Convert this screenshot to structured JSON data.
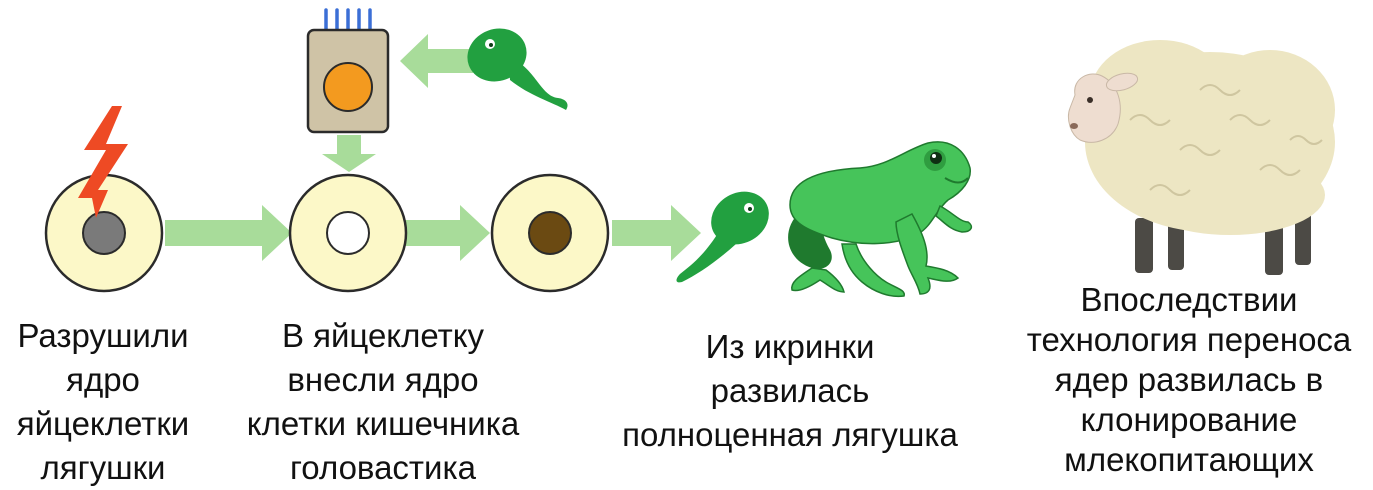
{
  "colors": {
    "arrow": "#a8dc9a",
    "egg_outer": "#fcf8c8",
    "egg_stroke": "#2b2b2b",
    "nucleus_destroyed": "#7a7a7a",
    "nucleus_empty": "#ffffff",
    "nucleus_new": "#6b4a12",
    "intestine_cell": "#cfc3a6",
    "intestine_nucleus": "#f39a1f",
    "villi": "#3b6fd6",
    "lightning": "#ee4a24",
    "tadpole": "#22a040",
    "frog": "#46c45a",
    "frog_dark": "#1f7a2e",
    "sheep_wool": "#ede6c3",
    "sheep_face": "#eeddd0",
    "sheep_legs": "#4c4a45"
  },
  "icons": {
    "lightning": "lightning-icon",
    "tadpole": "tadpole-icon",
    "frog": "frog-icon",
    "sheep": "sheep-icon",
    "intestine_cell": "intestine-cell-icon"
  },
  "captions": {
    "step1": [
      "Разрушили",
      "ядро",
      "яйцеклетки",
      "лягушки"
    ],
    "step2": [
      "В яйцеклетку",
      "внесли ядро",
      "клетки кишечника",
      "головастика"
    ],
    "step3": [
      "Из икринки",
      "развилась",
      "полноценная лягушка"
    ],
    "step4": [
      "Впоследствии",
      "технология переноса",
      "ядер развилась в",
      "клонирование",
      "млекопитающих"
    ]
  }
}
